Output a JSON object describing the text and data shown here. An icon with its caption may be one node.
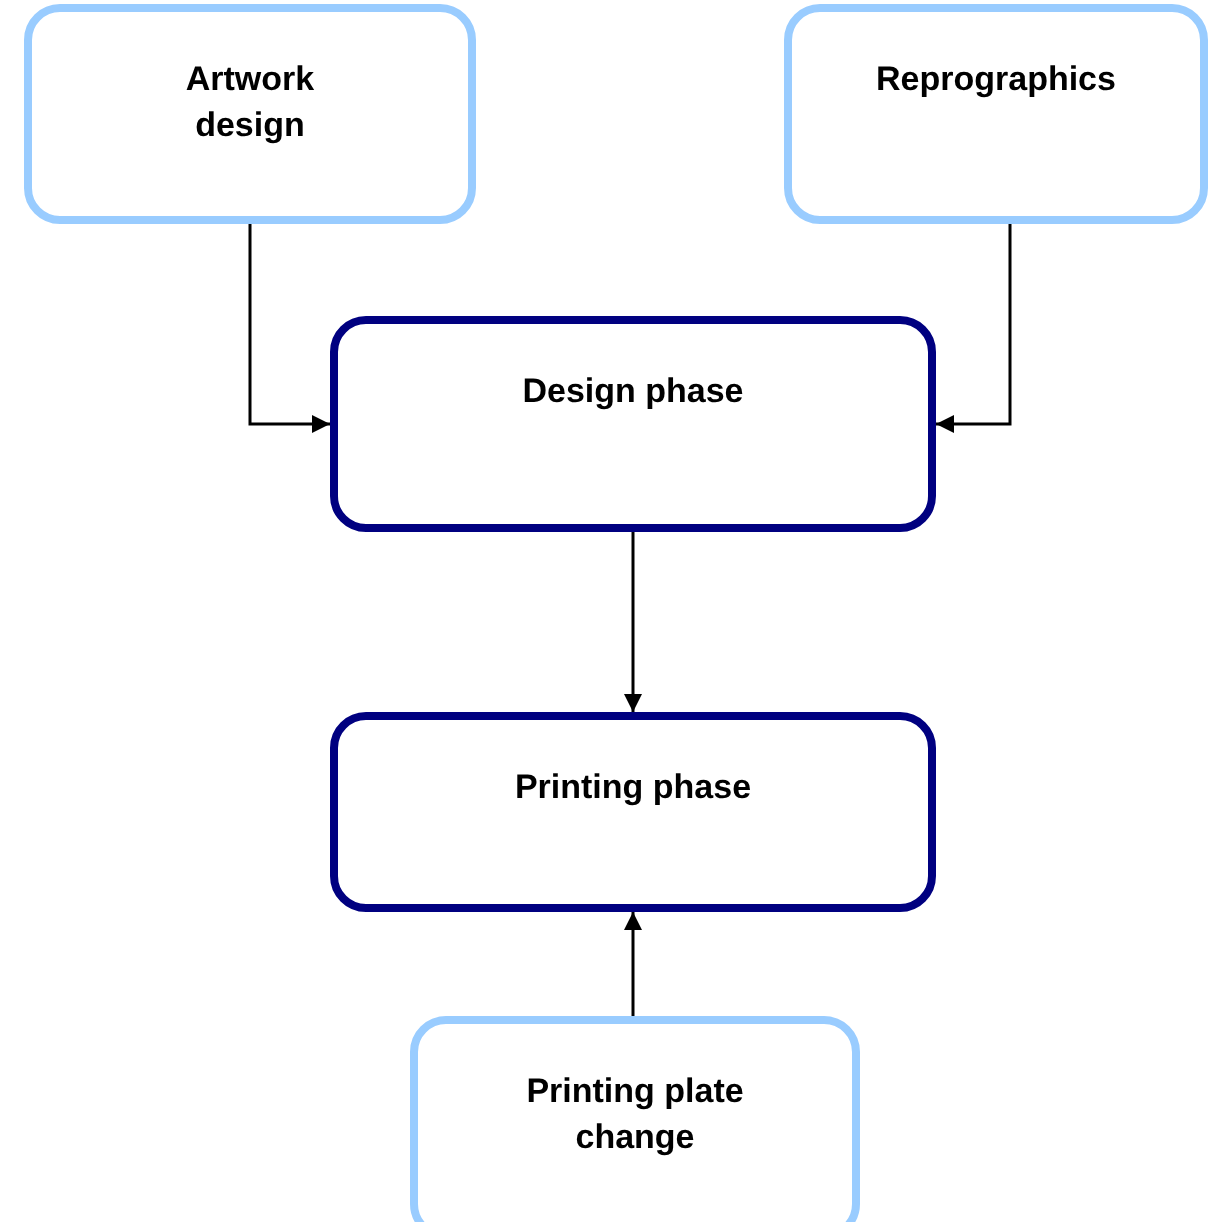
{
  "diagram": {
    "nodes": [
      {
        "text": [
          "Artwork design"
        ]
      },
      {
        "text": [
          "Reprographics"
        ]
      },
      {
        "text": [
          "Design phase"
        ]
      },
      {
        "text": [
          "Printing phase"
        ]
      },
      {
        "text": [
          "Printing plate change"
        ]
      }
    ],
    "edges": [
      {
        "from": 0,
        "to": 2,
        "arrow": "to"
      },
      {
        "from": 1,
        "to": 2,
        "arrow": "to"
      },
      {
        "from": 2,
        "to": 3,
        "arrow": "to"
      },
      {
        "from": 4,
        "to": 3,
        "arrow": "to"
      }
    ]
  }
}
